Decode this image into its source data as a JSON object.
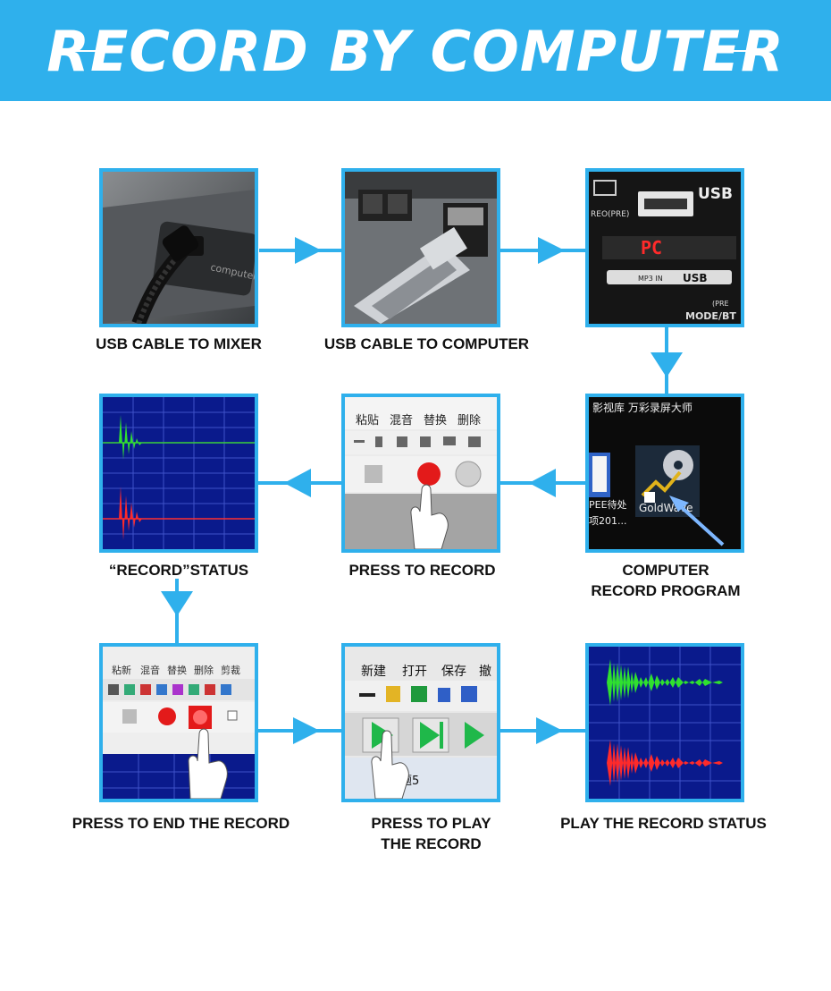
{
  "header": {
    "title": "RECORD BY COMPUTER"
  },
  "colors": {
    "accent": "#2fb0ec"
  },
  "steps": [
    {
      "caption": "USB CABLE TO MIXER",
      "image": "usb-cable-mixer-photo"
    },
    {
      "caption": "USB CABLE TO COMPUTER",
      "image": "usb-port-computer-photo"
    },
    {
      "caption": "",
      "image": "mixer-usb-panel-photo",
      "text": {
        "usb": "USB",
        "pc": "PC",
        "mp3": "MP3 IN",
        "usb2": "USB",
        "mode": "MODE/BT",
        "reo": "REO(PRE)",
        "pre": "(PRE"
      }
    },
    {
      "caption_lines": [
        "COMPUTER",
        "RECORD PROGRAM"
      ],
      "image": "desktop-goldwave-icon",
      "text": {
        "top": "影视库  万彩录屏大师",
        "icon": "GoldWave",
        "left1": "PEE待处",
        "left2": "项201..."
      }
    },
    {
      "caption": "PRESS TO RECORD",
      "image": "record-button-press",
      "text": {
        "tools": [
          "粘贴",
          "混音",
          "替换",
          "删除"
        ]
      }
    },
    {
      "caption": "“RECORD”STATUS",
      "image": "record-status-waveform"
    },
    {
      "caption": "PRESS TO END THE RECORD",
      "image": "end-record-button-press",
      "text": {
        "tools": [
          "粘新",
          "混音",
          "替换",
          "删除",
          "剪裁"
        ]
      }
    },
    {
      "caption_lines": [
        "PRESS TO PLAY",
        "THE RECORD"
      ],
      "image": "play-button-press",
      "text": {
        "tools": [
          "新建",
          "打开",
          "保存",
          "撤"
        ],
        "tab": "题5"
      }
    },
    {
      "caption": "PLAY THE RECORD STATUS",
      "image": "play-status-waveform"
    }
  ]
}
